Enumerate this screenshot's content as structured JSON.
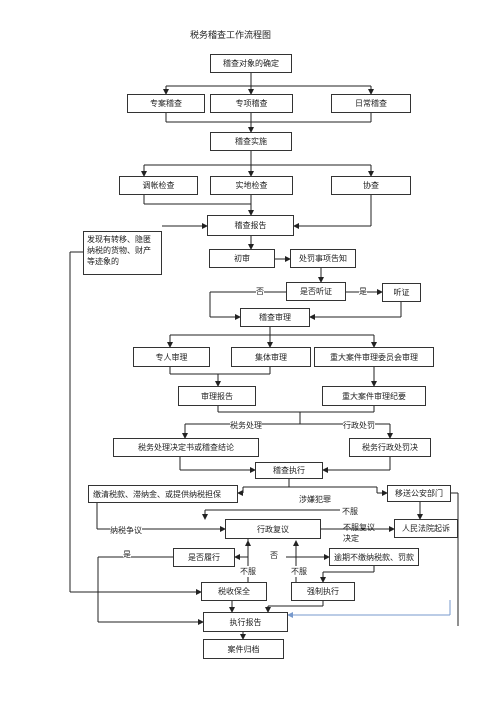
{
  "title": "税务稽查工作流程图",
  "nodes": {
    "n1": "稽查对象的确定",
    "n2": "专案稽查",
    "n3": "专项稽查",
    "n4": "日常稽查",
    "n5": "稽查实施",
    "n6": "调帐检查",
    "n7": "实地检查",
    "n8": "协查",
    "n9": "稽查报告",
    "n10": "初审",
    "n11": "处罚事项告知",
    "n12": "是否听证",
    "n13": "听证",
    "n14": "稽查审理",
    "n15": "专人审理",
    "n16": "集体审理",
    "n17": "重大案件审理委员会审理",
    "n18": "审理报告",
    "n19": "重大案件审理纪要",
    "n20": "税务处理决定书或稽查结论",
    "n21": "税务行政处罚决",
    "n22": "稽查执行",
    "n23": "缴清税款、滞纳金、或提供纳税担保",
    "n24": "移送公安部门",
    "n25": "行政复议",
    "n26": "人民法院起诉",
    "n27": "是否履行",
    "n28": "逾期不缴纳税款、罚款",
    "n29": "税收保全",
    "n30": "强制执行",
    "n31": "执行报告",
    "n32": "案件归档"
  },
  "side_note": "发现有转移、隐匿纳税的货物、财产等迹象的",
  "labels": {
    "no1": "否",
    "yes1": "是",
    "tax_handling": "税务处理",
    "admin_penalty": "行政处罚",
    "crime": "涉嫌犯罪",
    "not_accept1": "不服",
    "tax_dispute": "纳税争议",
    "not_accept_review": "不服复议决定",
    "yes2": "是",
    "no2": "否",
    "not_accept2": "不服",
    "not_accept3": "不服"
  }
}
